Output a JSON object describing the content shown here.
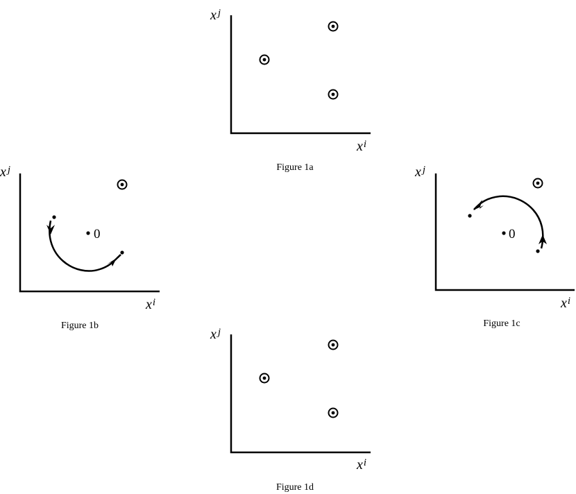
{
  "panels": [
    {
      "id": "1a",
      "caption": "Figure 1a",
      "y_axis_label": {
        "base": "x",
        "index": "j"
      },
      "x_axis_label": {
        "base": "x",
        "index": "i"
      },
      "marker_count": 3,
      "origin_label": null,
      "rotation_direction": null
    },
    {
      "id": "1b",
      "caption": "Figure 1b",
      "y_axis_label": {
        "base": "x",
        "index": "j"
      },
      "x_axis_label": {
        "base": "x",
        "index": "i"
      },
      "marker_count": 1,
      "origin_label": "0",
      "rotation_direction": "counterclockwise"
    },
    {
      "id": "1c",
      "caption": "Figure 1c",
      "y_axis_label": {
        "base": "x",
        "index": "j"
      },
      "x_axis_label": {
        "base": "x",
        "index": "i"
      },
      "marker_count": 1,
      "origin_label": "0",
      "rotation_direction": "counterclockwise"
    },
    {
      "id": "1d",
      "caption": "Figure 1d",
      "y_axis_label": {
        "base": "x",
        "index": "j"
      },
      "x_axis_label": {
        "base": "x",
        "index": "i"
      },
      "marker_count": 3,
      "origin_label": null,
      "rotation_direction": null
    }
  ]
}
